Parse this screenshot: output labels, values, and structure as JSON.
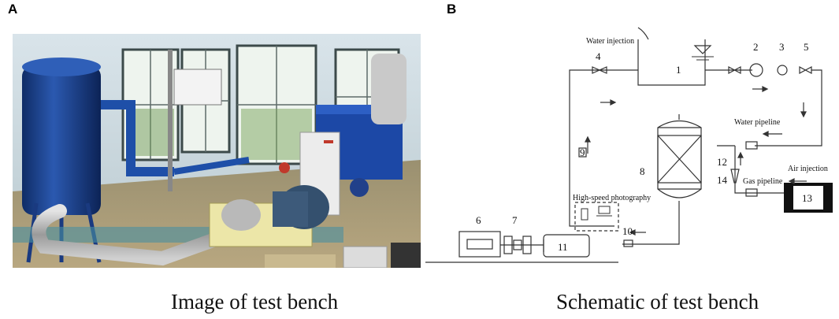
{
  "panels": {
    "a": {
      "letter": "A",
      "caption": "Image of test bench"
    },
    "b": {
      "letter": "B",
      "caption": "Schematic of test bench"
    }
  },
  "schematic": {
    "labels": {
      "water_injection": "Water injection",
      "water_pipeline": "Water pipeline",
      "gas_pipeline": "Gas pipeline",
      "air_injection": "Air injection",
      "high_speed_photography": "High-speed photography"
    },
    "components": {
      "n1": "1",
      "n2": "2",
      "n3": "3",
      "n4": "4",
      "n5": "5",
      "n6": "6",
      "n7": "7",
      "n8": "8",
      "n9": "9",
      "n10": "10",
      "n11": "11",
      "n12": "12",
      "n13": "13",
      "n14": "14"
    },
    "colors": {
      "line": "#333333",
      "tank_fill": "#ffffff",
      "compressor": "#111111"
    }
  }
}
